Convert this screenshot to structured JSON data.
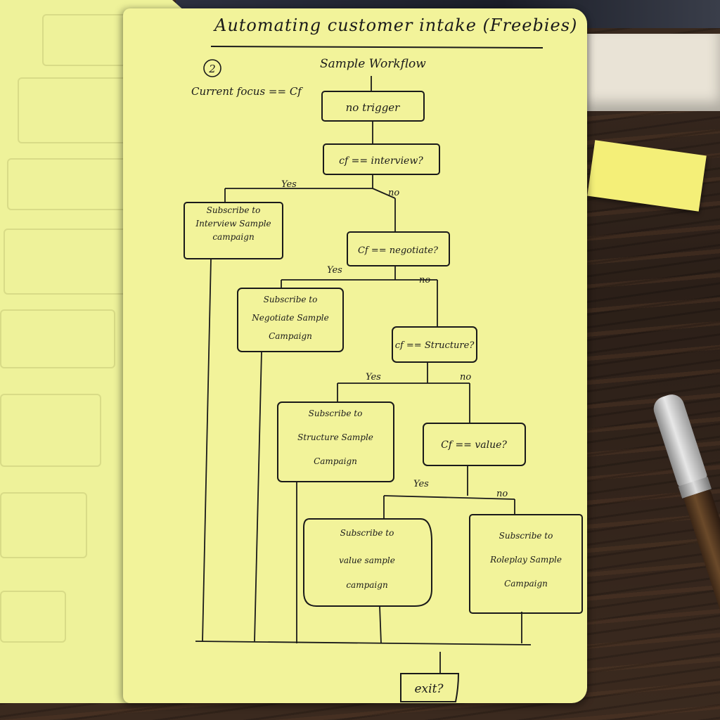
{
  "page": {
    "title": "Automating customer intake (Freebies)",
    "section_number": "2",
    "workflow_title": "Sample Workflow",
    "focus_note": "Current focus == Cf"
  },
  "nodes": [
    {
      "id": "trigger",
      "lines": [
        "no trigger"
      ]
    },
    {
      "id": "q_interview",
      "lines": [
        "cf == interview?"
      ]
    },
    {
      "id": "sub_interview",
      "lines": [
        "Subscribe to",
        "Interview Sample",
        "campaign"
      ]
    },
    {
      "id": "q_negotiate",
      "lines": [
        "Cf == negotiate?"
      ]
    },
    {
      "id": "sub_negotiate",
      "lines": [
        "Subscribe to",
        "Negotiate Sample",
        "Campaign"
      ]
    },
    {
      "id": "q_structure",
      "lines": [
        "cf == Structure?"
      ]
    },
    {
      "id": "sub_structure",
      "lines": [
        "Subscribe to",
        "Structure Sample",
        "Campaign"
      ]
    },
    {
      "id": "q_value",
      "lines": [
        "Cf == value?"
      ]
    },
    {
      "id": "sub_value",
      "lines": [
        "Subscribe to",
        "value sample",
        "campaign"
      ]
    },
    {
      "id": "sub_roleplay",
      "lines": [
        "Subscribe to",
        "Roleplay Sample",
        "Campaign"
      ]
    },
    {
      "id": "exit",
      "lines": [
        "exit?"
      ]
    }
  ],
  "branch_labels": {
    "yes": "Yes",
    "no": "no"
  },
  "colors": {
    "paper": "#f2f39a",
    "ink": "#1a1a1a"
  }
}
